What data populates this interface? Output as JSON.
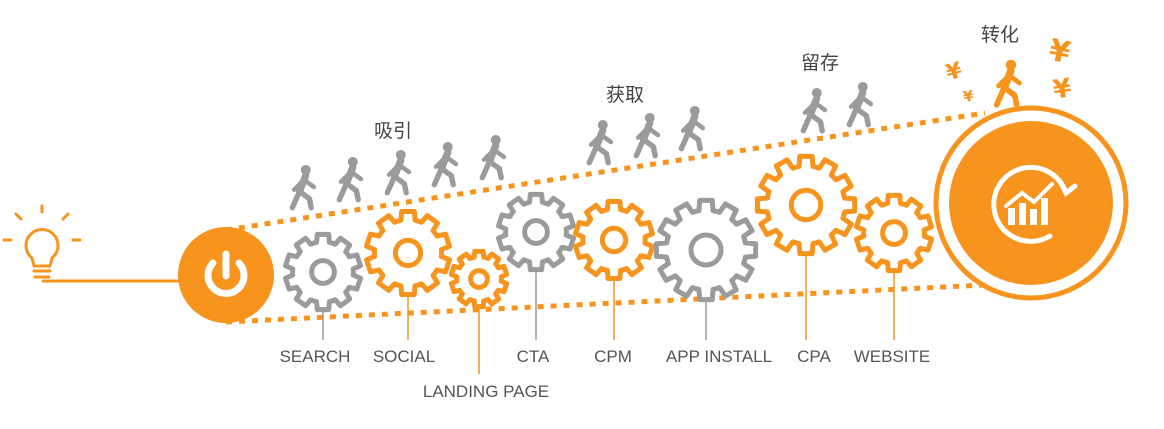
{
  "colors": {
    "accent": "#f7941d",
    "gray": "#9b9b9b",
    "text": "#555555"
  },
  "stages": {
    "attract": "吸引",
    "acquire": "获取",
    "retain": "留存",
    "convert": "转化"
  },
  "currency_symbol": "¥",
  "gears": [
    {
      "label": "SEARCH",
      "color": "gray"
    },
    {
      "label": "SOCIAL",
      "color": "accent"
    },
    {
      "label": "LANDING PAGE",
      "color": "accent"
    },
    {
      "label": "CTA",
      "color": "gray"
    },
    {
      "label": "CPM",
      "color": "accent"
    },
    {
      "label": "APP INSTALL",
      "color": "gray"
    },
    {
      "label": "CPA",
      "color": "accent"
    },
    {
      "label": "WEBSITE",
      "color": "accent"
    }
  ],
  "icons": {
    "start": "lightbulb-icon",
    "power": "power-icon",
    "goal": "growth-chart-icon",
    "people": "walking-person-icon",
    "winner": "running-person-icon",
    "currency": "yen-icon"
  }
}
